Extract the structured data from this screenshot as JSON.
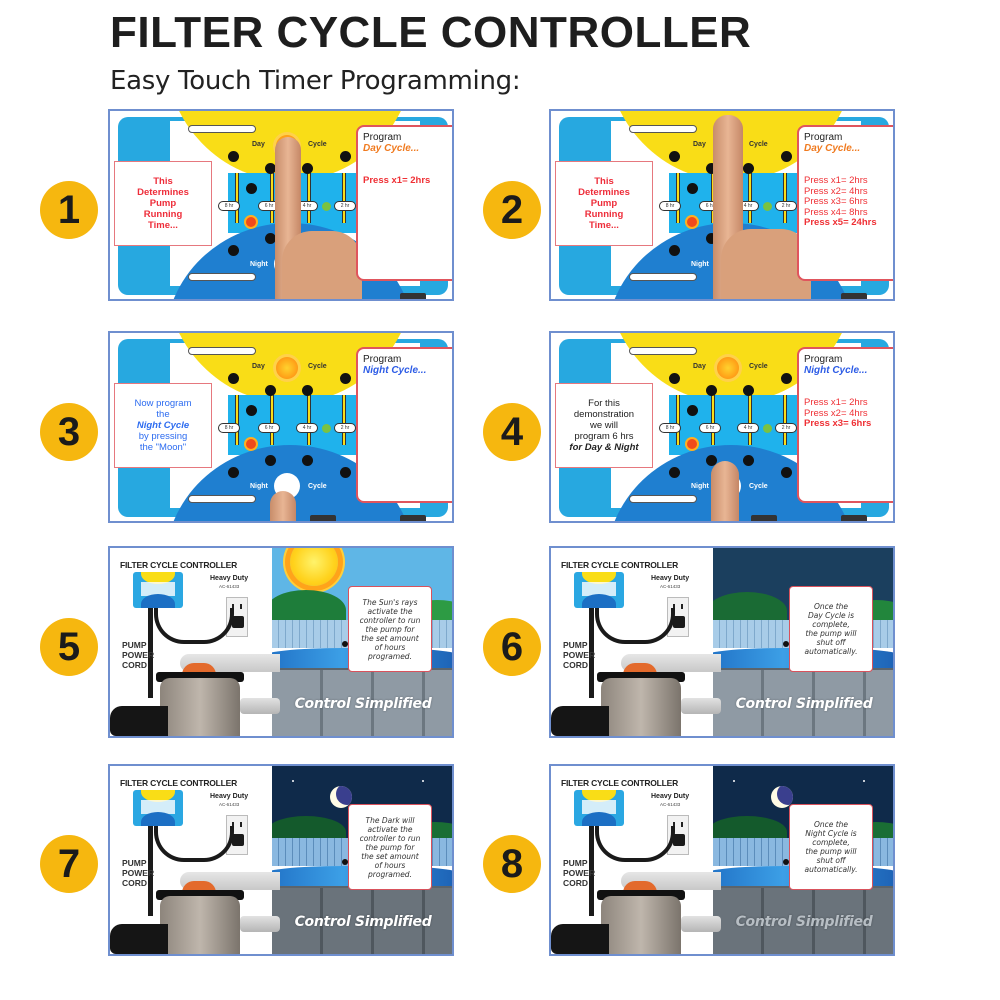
{
  "header": {
    "title": "FILTER CYCLE CONTROLLER",
    "subtitle": "Easy Touch Timer Programming:"
  },
  "colors": {
    "badge": "#f6b70f",
    "panel_border": "#6f8fcf",
    "callout_red": "#ee2d3a",
    "day_orange": "#f07a1f",
    "night_blue": "#2d5ce6"
  },
  "controller": {
    "day_label": "Day",
    "cycle_label": "Cycle",
    "night_label": "Night",
    "pills": [
      "8 hr",
      "6 hr",
      "4 hr",
      "2 hr"
    ]
  },
  "scene": {
    "title": "FILTER CYCLE CONTROLLER",
    "heavy_duty": "Heavy Duty",
    "model_code": "AC-61433",
    "pump_label_lines": [
      "PUMP",
      "POWER",
      "CORD"
    ],
    "tagline": "Control Simplified"
  },
  "steps": [
    {
      "number": "1",
      "left_callout": [
        "This",
        "Determines",
        "Pump",
        "Running",
        "Time..."
      ],
      "program_label": "Program",
      "cycle": "Day Cycle...",
      "press_lines": [
        "Press x1= 2hrs"
      ]
    },
    {
      "number": "2",
      "left_callout": [
        "This",
        "Determines",
        "Pump",
        "Running",
        "Time..."
      ],
      "program_label": "Program",
      "cycle": "Day Cycle...",
      "press_lines": [
        "Press x1= 2hrs",
        "Press x2= 4hrs",
        "Press x3= 6hrs",
        "Press x4= 8hrs",
        "Press x5= 24hrs"
      ]
    },
    {
      "number": "3",
      "left_callout": [
        "Now program",
        "the",
        "Night Cycle",
        "by pressing",
        "the \"Moon\""
      ],
      "program_label": "Program",
      "cycle": "Night Cycle...",
      "press_lines": []
    },
    {
      "number": "4",
      "left_callout": [
        "For this",
        "demonstration",
        "we will",
        "program 6 hrs",
        "for Day & Night"
      ],
      "program_label": "Program",
      "cycle": "Night Cycle...",
      "press_lines": [
        "Press x1= 2hrs",
        "Press x2= 4hrs",
        "Press x3= 6hrs"
      ]
    },
    {
      "number": "5",
      "callout_lines": [
        "The Sun's rays",
        "activate the",
        "controller to run",
        "the pump for",
        "the set amount",
        "of hours",
        "programed."
      ]
    },
    {
      "number": "6",
      "callout_lines": [
        "Once the",
        "Day Cycle is",
        "complete,",
        "the pump will",
        "shut off",
        "automatically."
      ]
    },
    {
      "number": "7",
      "callout_lines": [
        "The Dark will",
        "activate the",
        "controller to run",
        "the pump for",
        "the set amount",
        "of hours",
        "programed."
      ]
    },
    {
      "number": "8",
      "callout_lines": [
        "Once the",
        "Night Cycle is",
        "complete,",
        "the pump will",
        "shut off",
        "automatically."
      ]
    }
  ]
}
